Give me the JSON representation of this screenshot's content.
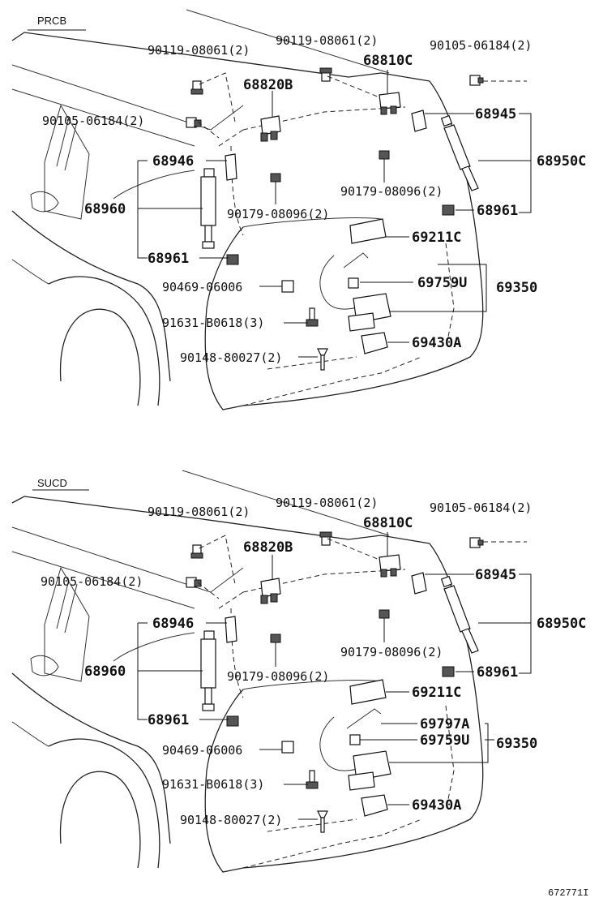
{
  "sections": [
    {
      "name": "PRCB",
      "labels": {
        "p90119a": "90119-08061(2)",
        "p90119b": "90119-08061(2)",
        "p90105a": "90105-06184(2)",
        "p68810c": "68810C",
        "p68820b": "68820B",
        "p90105b": "90105-06184(2)",
        "p68945": "68945",
        "p68946": "68946",
        "p68950c": "68950C",
        "p90179a": "90179-08096(2)",
        "p68960": "68960",
        "p90179b": "90179-08096(2)",
        "p68961a": "68961",
        "p69211c": "69211C",
        "p68961b": "68961",
        "p90469": "90469-06006",
        "p69759u": "69759U",
        "p69350": "69350",
        "p91631": "91631-B0618(3)",
        "p69430a": "69430A",
        "p90148": "90148-80027(2)"
      }
    },
    {
      "name": "SUCD",
      "labels": {
        "p90119a": "90119-08061(2)",
        "p90119b": "90119-08061(2)",
        "p90105a": "90105-06184(2)",
        "p68810c": "68810C",
        "p68820b": "68820B",
        "p90105b": "90105-06184(2)",
        "p68945": "68945",
        "p68946": "68946",
        "p68950c": "68950C",
        "p90179a": "90179-08096(2)",
        "p68960": "68960",
        "p90179b": "90179-08096(2)",
        "p68961a": "68961",
        "p69211c": "69211C",
        "p68961b": "68961",
        "p69797a": "69797A",
        "p90469": "90469-06006",
        "p69759u": "69759U",
        "p69350": "69350",
        "p91631": "91631-B0618(3)",
        "p69430a": "69430A",
        "p90148": "90148-80027(2)"
      }
    }
  ],
  "figure_id": "672771I"
}
